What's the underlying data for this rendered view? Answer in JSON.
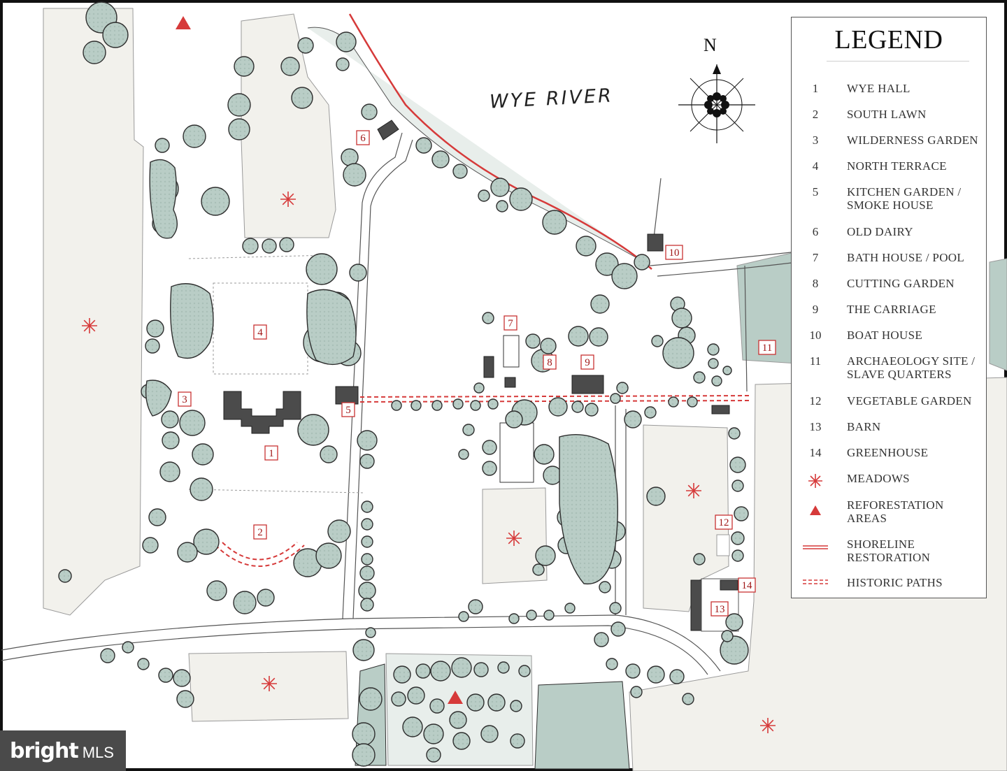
{
  "map": {
    "river_label": "WYE RIVER",
    "north_label": "N",
    "markers": [
      "1",
      "2",
      "3",
      "4",
      "5",
      "6",
      "7",
      "8",
      "9",
      "10",
      "11",
      "12",
      "13",
      "14"
    ]
  },
  "legend": {
    "title": "LEGEND",
    "items": [
      {
        "key": "1",
        "label": "WYE HALL"
      },
      {
        "key": "2",
        "label": "SOUTH LAWN"
      },
      {
        "key": "3",
        "label": "WILDERNESS GARDEN"
      },
      {
        "key": "4",
        "label": "NORTH TERRACE"
      },
      {
        "key": "5",
        "label": "KITCHEN GARDEN / SMOKE HOUSE"
      },
      {
        "key": "6",
        "label": "OLD DAIRY"
      },
      {
        "key": "7",
        "label": "BATH HOUSE / POOL"
      },
      {
        "key": "8",
        "label": "CUTTING GARDEN"
      },
      {
        "key": "9",
        "label": "THE CARRIAGE"
      },
      {
        "key": "10",
        "label": "BOAT HOUSE"
      },
      {
        "key": "11",
        "label": "ARCHAEOLOGY SITE / SLAVE QUARTERS"
      },
      {
        "key": "12",
        "label": "VEGETABLE GARDEN"
      },
      {
        "key": "13",
        "label": "BARN"
      },
      {
        "key": "14",
        "label": "GREENHOUSE"
      }
    ],
    "symbols": [
      {
        "icon": "meadow-asterisk-icon",
        "label": "MEADOWS"
      },
      {
        "icon": "reforestation-triangle-icon",
        "label": "REFORESTATION AREAS"
      },
      {
        "icon": "shoreline-line-icon",
        "label": "SHORELINE RESTORATION"
      },
      {
        "icon": "historic-path-dashed-icon",
        "label": "HISTORIC PATHS"
      }
    ]
  },
  "colors": {
    "tree": "#b9cdc6",
    "tree_stroke": "#2e2e2e",
    "meadow": "#f2f1ec",
    "building": "#4b4b4b",
    "accent_red": "#d63a3a"
  },
  "watermark": {
    "main": "bright",
    "sub": "MLS"
  }
}
